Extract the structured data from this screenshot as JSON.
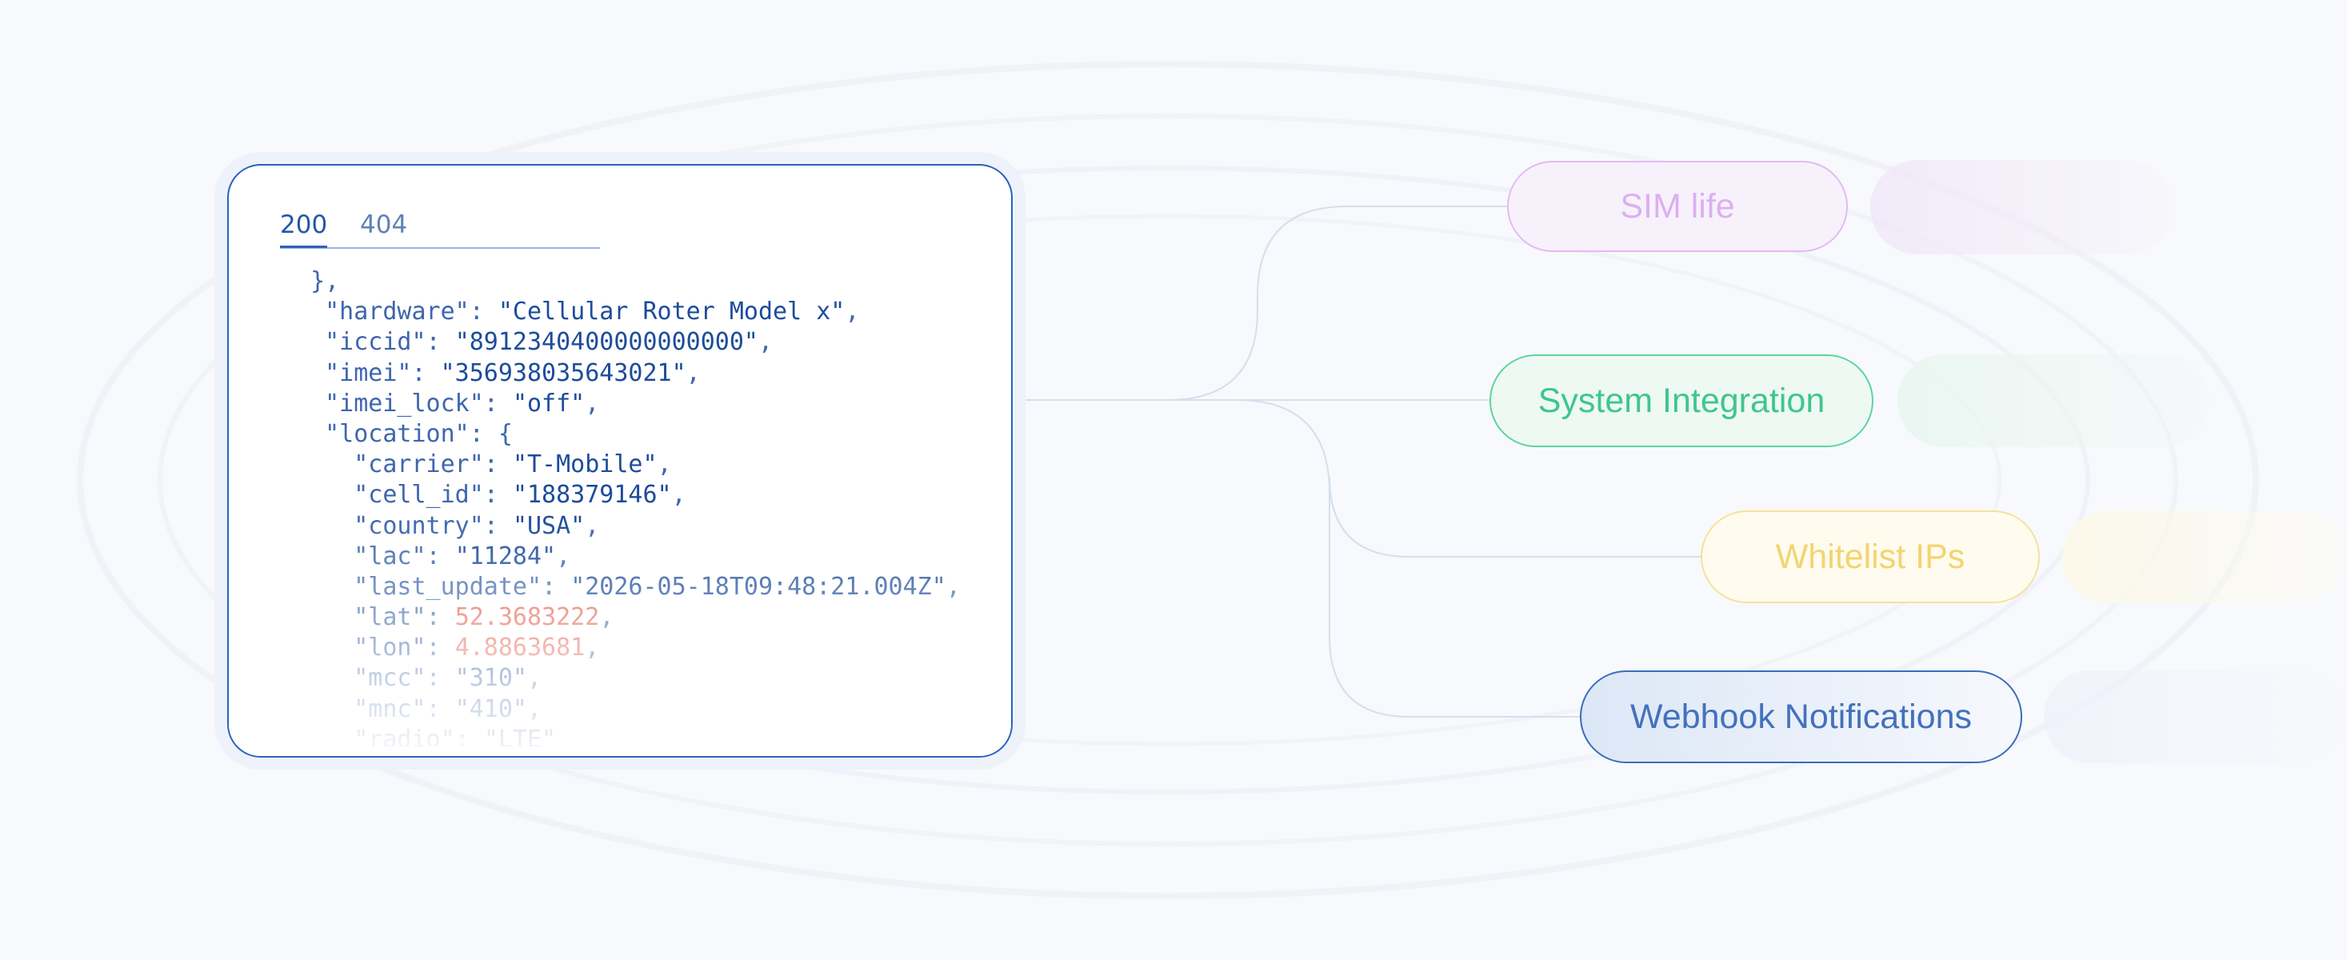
{
  "tabs": [
    {
      "label": "200",
      "active": true
    },
    {
      "label": "404",
      "active": false
    }
  ],
  "code_lines": [
    {
      "indent": " ",
      "key": null,
      "value": null,
      "type": null,
      "punct": "},"
    },
    {
      "indent": "  ",
      "key": "\"hardware\"",
      "value": "\"Cellular Roter Model x\"",
      "type": "string",
      "punct": ","
    },
    {
      "indent": "  ",
      "key": "\"iccid\"",
      "value": "\"8912340400000000000\"",
      "type": "string",
      "punct": ","
    },
    {
      "indent": "  ",
      "key": "\"imei\"",
      "value": "\"356938035643021\"",
      "type": "string",
      "punct": ","
    },
    {
      "indent": "  ",
      "key": "\"imei_lock\"",
      "value": "\"off\"",
      "type": "string",
      "punct": ","
    },
    {
      "indent": "  ",
      "key": "\"location\"",
      "value": null,
      "type": null,
      "punct": ": {"
    },
    {
      "indent": "    ",
      "key": "\"carrier\"",
      "value": "\"T-Mobile\"",
      "type": "string",
      "punct": ","
    },
    {
      "indent": "    ",
      "key": "\"cell_id\"",
      "value": "\"188379146\"",
      "type": "string",
      "punct": ","
    },
    {
      "indent": "    ",
      "key": "\"country\"",
      "value": "\"USA\"",
      "type": "string",
      "punct": ","
    },
    {
      "indent": "    ",
      "key": "\"lac\"",
      "value": "\"11284\"",
      "type": "string",
      "punct": ","
    },
    {
      "indent": "    ",
      "key": "\"last_update\"",
      "value": "\"2026-05-18T09:48:21.004Z\"",
      "type": "string",
      "punct": ","
    },
    {
      "indent": "    ",
      "key": "\"lat\"",
      "value": "52.3683222",
      "type": "number",
      "punct": ","
    },
    {
      "indent": "    ",
      "key": "\"lon\"",
      "value": "4.8863681",
      "type": "number",
      "punct": ","
    },
    {
      "indent": "    ",
      "key": "\"mcc\"",
      "value": "\"310\"",
      "type": "string",
      "punct": ","
    },
    {
      "indent": "    ",
      "key": "\"mnc\"",
      "value": "\"410\"",
      "type": "string",
      "punct": ","
    },
    {
      "indent": "    ",
      "key": "\"radio\"",
      "value": "\"LTE\"",
      "type": "string",
      "punct": ""
    }
  ],
  "pills": {
    "sim_life": "SIM life",
    "system_integration": "System Integration",
    "whitelist_ips": "Whitelist IPs",
    "webhook_notifications": "Webhook Notifications"
  },
  "colors": {
    "accent": "#2a63ba",
    "json_key": "#3e66ad",
    "json_string": "#1d4c9b",
    "json_number": "#e4604d",
    "sim_life": "#dcb0ee",
    "system_integration": "#3fc68c",
    "whitelist_ips": "#f3d471",
    "webhook_notifications": "#4471bb"
  }
}
